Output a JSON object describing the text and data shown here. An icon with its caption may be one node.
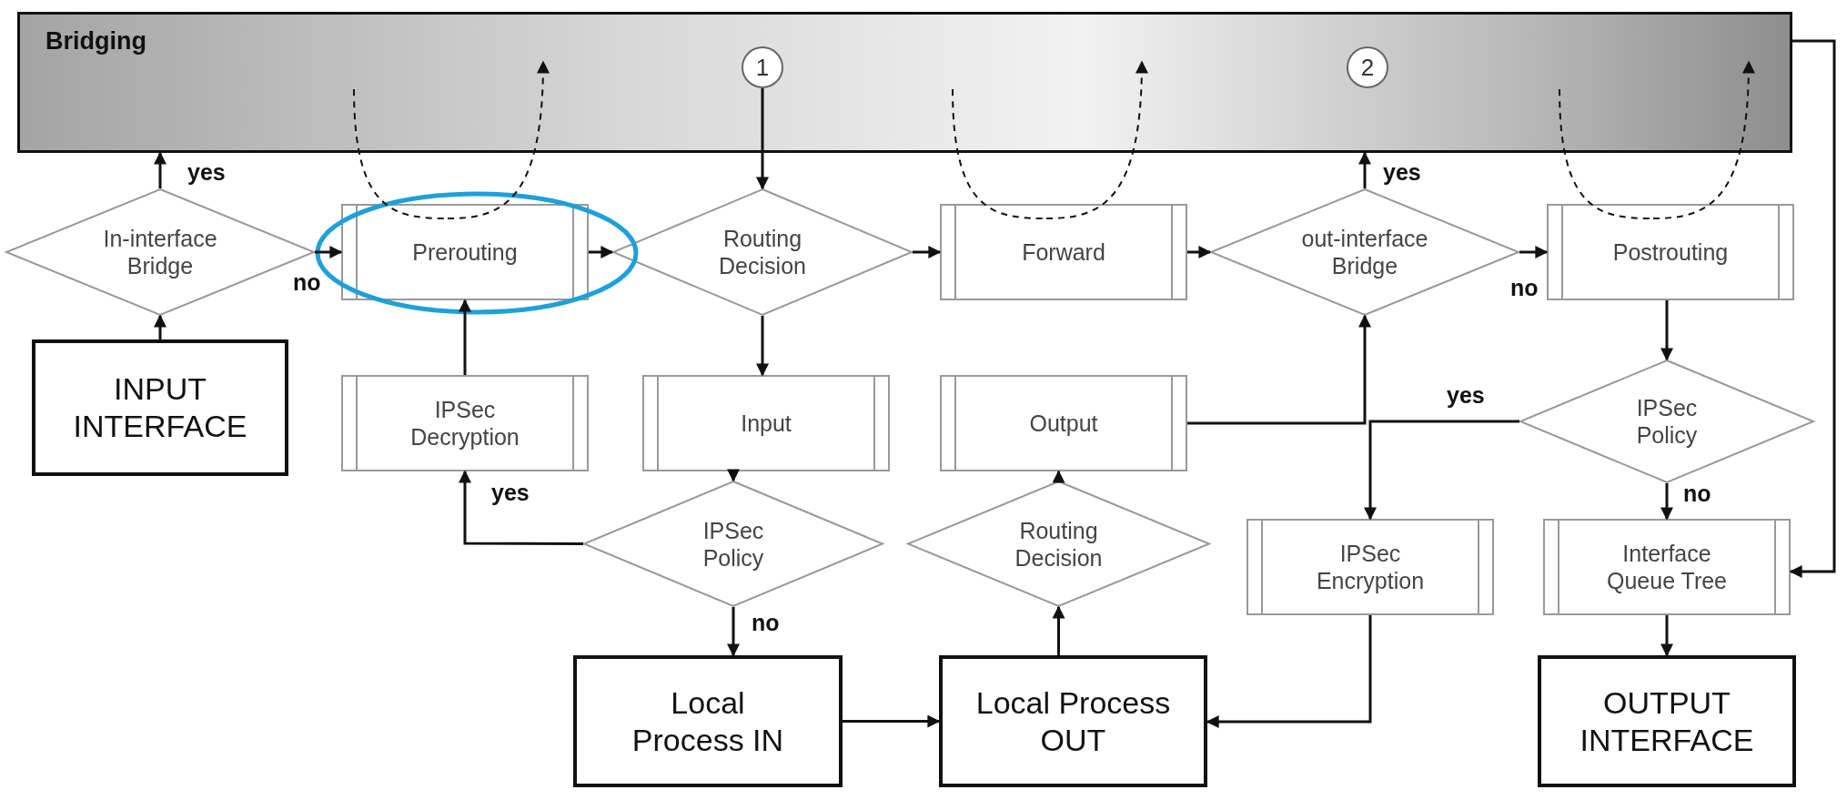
{
  "diagram": {
    "nodes": [
      {
        "text": [
          "Bridging"
        ]
      },
      {
        "text": [
          "1"
        ],
        "in": 0
      },
      {
        "text": [
          "2"
        ],
        "in": 0
      },
      {
        "text": [
          "In-interface Bridge"
        ]
      },
      {
        "text": [
          "Prerouting"
        ]
      },
      {
        "text": [
          "Routing Decision"
        ]
      },
      {
        "text": [
          "Forward"
        ]
      },
      {
        "text": [
          "out-interface Bridge"
        ]
      },
      {
        "text": [
          "Postrouting"
        ]
      },
      {
        "text": [
          "INPUT INTERFACE"
        ]
      },
      {
        "text": [
          "IPSec Decryption"
        ]
      },
      {
        "text": [
          "Input"
        ]
      },
      {
        "text": [
          "Output"
        ]
      },
      {
        "text": [
          "IPSec Policy"
        ]
      },
      {
        "text": [
          "IPSec Policy"
        ]
      },
      {
        "text": [
          "Routing Decision"
        ]
      },
      {
        "text": [
          "IPSec Encryption"
        ]
      },
      {
        "text": [
          "Interface Queue Tree"
        ]
      },
      {
        "text": [
          "Local Process IN"
        ]
      },
      {
        "text": [
          "Local Process OUT"
        ]
      },
      {
        "text": [
          "OUTPUT INTERFACE"
        ]
      }
    ],
    "edges": [
      {
        "from": 9,
        "to": 3,
        "arrow": "to"
      },
      {
        "from": 3,
        "to": 0,
        "arrow": "to",
        "label": "yes"
      },
      {
        "from": 3,
        "to": 4,
        "arrow": "to",
        "label": "no"
      },
      {
        "from": 4,
        "to": 5,
        "arrow": "to"
      },
      {
        "from": 1,
        "to": 5,
        "arrow": "to"
      },
      {
        "from": 5,
        "to": 6,
        "arrow": "to"
      },
      {
        "from": 5,
        "to": 11,
        "arrow": "to"
      },
      {
        "from": 6,
        "to": 7,
        "arrow": "to"
      },
      {
        "from": 7,
        "to": 0,
        "arrow": "to",
        "label": "yes"
      },
      {
        "from": 7,
        "to": 8,
        "arrow": "to",
        "label": "no"
      },
      {
        "from": 8,
        "to": 13,
        "arrow": "to"
      },
      {
        "from": 13,
        "to": 16,
        "arrow": "to",
        "label": "yes"
      },
      {
        "from": 13,
        "to": 17,
        "arrow": "to",
        "label": "no"
      },
      {
        "from": 17,
        "to": 20,
        "arrow": "to"
      },
      {
        "from": 0,
        "to": 17,
        "arrow": "to"
      },
      {
        "from": 11,
        "to": 14,
        "arrow": "to"
      },
      {
        "from": 14,
        "to": 10,
        "arrow": "to",
        "label": "yes"
      },
      {
        "from": 14,
        "to": 18,
        "arrow": "to",
        "label": "no"
      },
      {
        "from": 10,
        "to": 4,
        "arrow": "to"
      },
      {
        "from": 18,
        "to": 19,
        "arrow": "to"
      },
      {
        "from": 19,
        "to": 15,
        "arrow": "to"
      },
      {
        "from": 15,
        "to": 12,
        "arrow": "to"
      },
      {
        "from": 12,
        "to": 7,
        "arrow": "to"
      },
      {
        "from": 16,
        "to": 19,
        "arrow": "to"
      },
      {
        "from": 0,
        "to": 4,
        "arrow": "none",
        "style": "dashed"
      },
      {
        "from": 4,
        "to": 0,
        "arrow": "to",
        "style": "dashed"
      },
      {
        "from": 0,
        "to": 6,
        "arrow": "none",
        "style": "dashed"
      },
      {
        "from": 6,
        "to": 0,
        "arrow": "to",
        "style": "dashed"
      },
      {
        "from": 0,
        "to": 8,
        "arrow": "none",
        "style": "dashed"
      },
      {
        "from": 8,
        "to": 0,
        "arrow": "to",
        "style": "dashed"
      }
    ]
  }
}
